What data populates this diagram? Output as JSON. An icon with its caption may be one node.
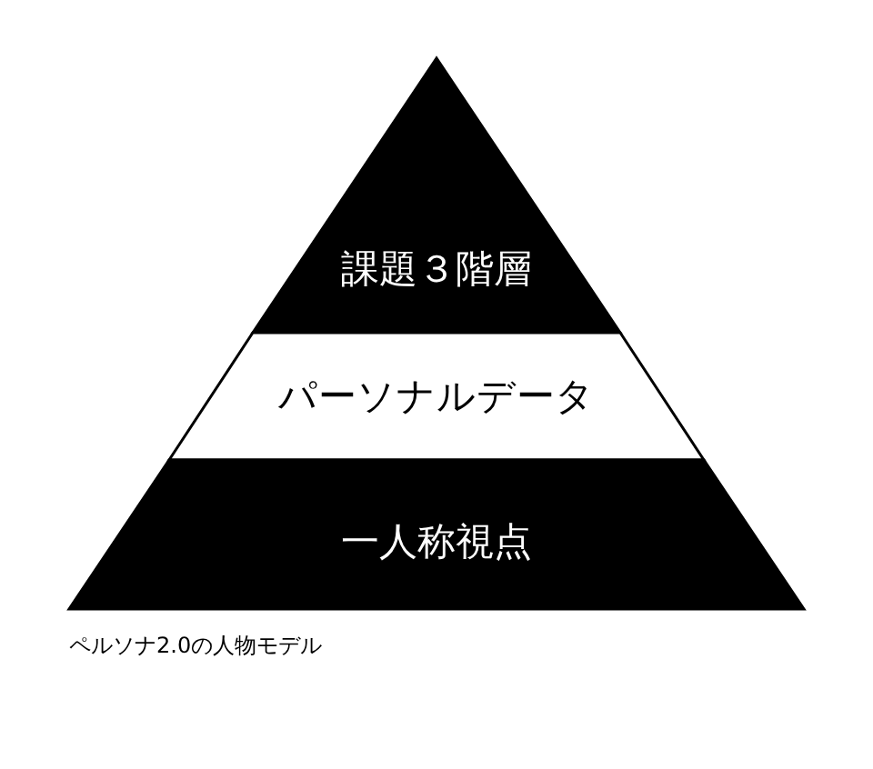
{
  "diagram": {
    "caption": "ペルソナ2.0の人物モデル",
    "nodes": [
      {
        "text": [
          "課題３階層"
        ]
      },
      {
        "text": [
          "パーソナルデータ"
        ]
      },
      {
        "text": [
          "一人称視点"
        ]
      }
    ]
  }
}
